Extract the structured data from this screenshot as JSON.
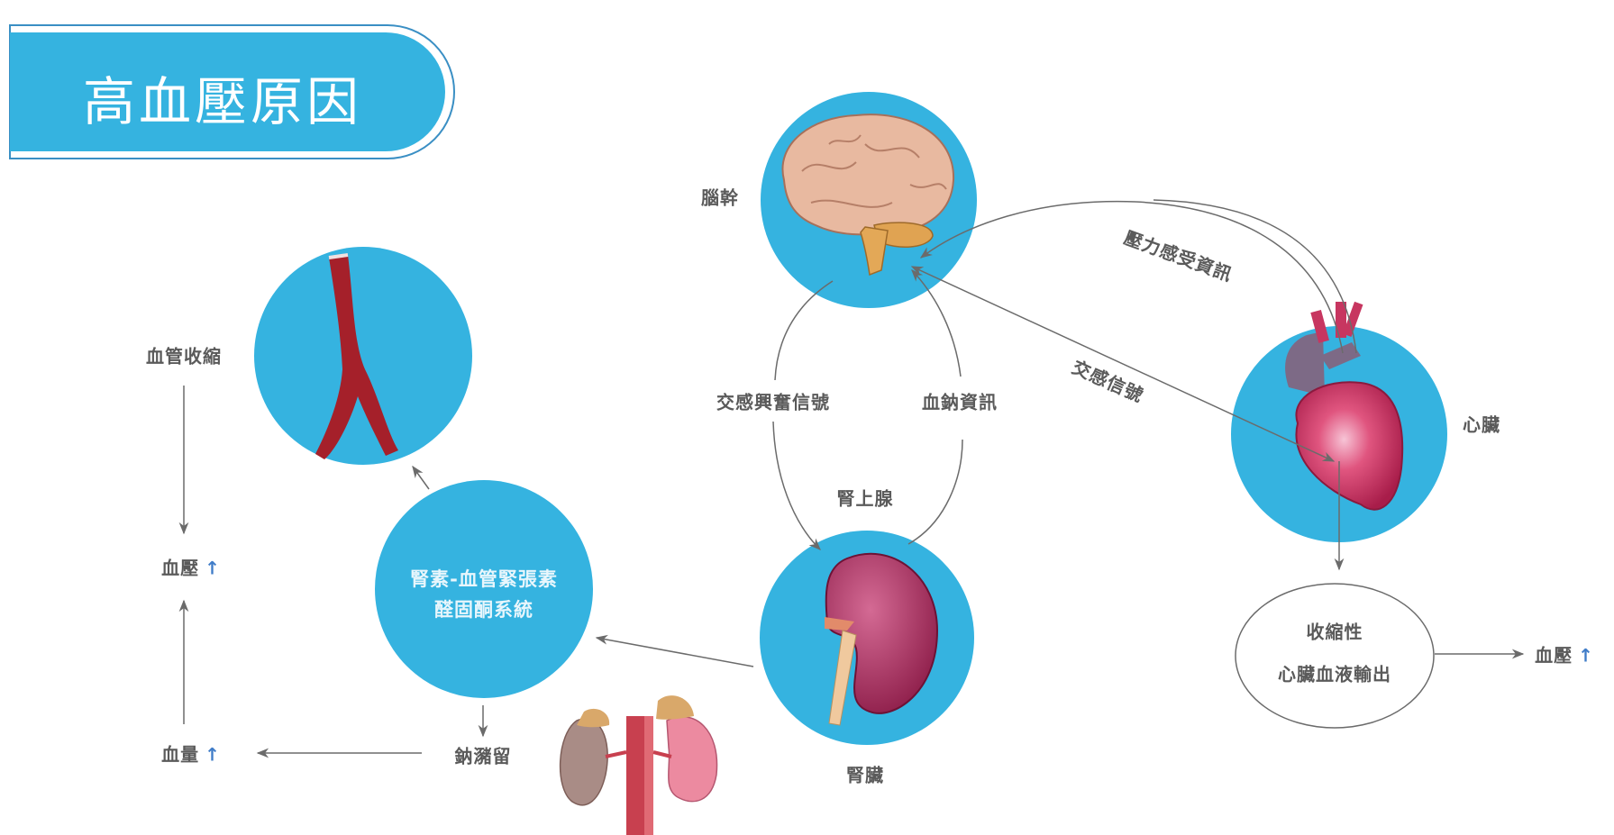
{
  "title": "高血壓原因",
  "colors": {
    "circle": "#35b3e0",
    "line": "#6b6b6b",
    "up_arrow": "#3f7cc8"
  },
  "nodes": {
    "brainstem": "腦幹",
    "heart": "心臟",
    "kidney": "腎臟",
    "adrenal": "腎上腺",
    "raas_line1": "腎素-血管緊張素",
    "raas_line2": "醛固酮系統",
    "vasoconstriction": "血管收縮",
    "sodium_retention": "鈉瀦留",
    "bp_left": "血壓",
    "blood_volume": "血量",
    "contractility": "收縮性",
    "cardiac_output": "心臟血液輸出",
    "bp_right": "血壓"
  },
  "edges": {
    "sympathetic_excitation": "交感興奮信號",
    "blood_sodium_info": "血鈉資訊",
    "baroreceptor_info": "壓力感受資訊",
    "sympathetic_signal": "交感信號"
  },
  "icons": {
    "up": "↑"
  }
}
